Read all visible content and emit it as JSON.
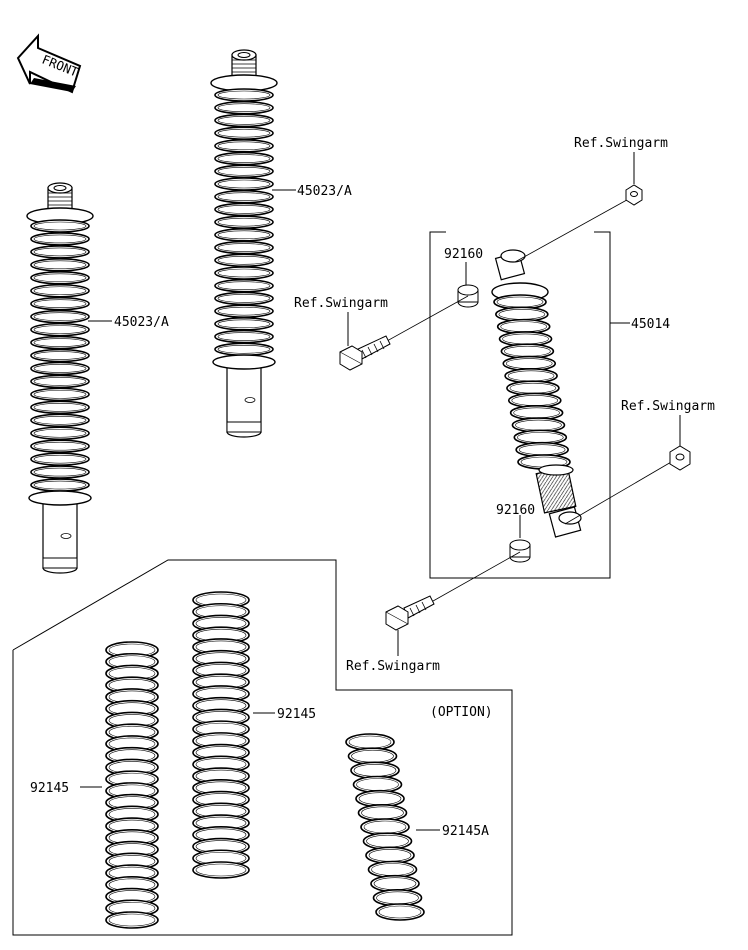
{
  "front_badge": "FRONT",
  "labels": {
    "shock_a_top": "45023/A",
    "shock_a_left": "45023/A",
    "shock_assembly": "45014",
    "collar_upper": "92160",
    "collar_lower": "92160",
    "ref_top_right": "Ref.Swingarm",
    "ref_left": "Ref.Swingarm",
    "ref_right": "Ref.Swingarm",
    "ref_bottom": "Ref.Swingarm",
    "spring_left": "92145",
    "spring_mid": "92145",
    "spring_option": "92145A",
    "option_note": "(OPTION)"
  }
}
